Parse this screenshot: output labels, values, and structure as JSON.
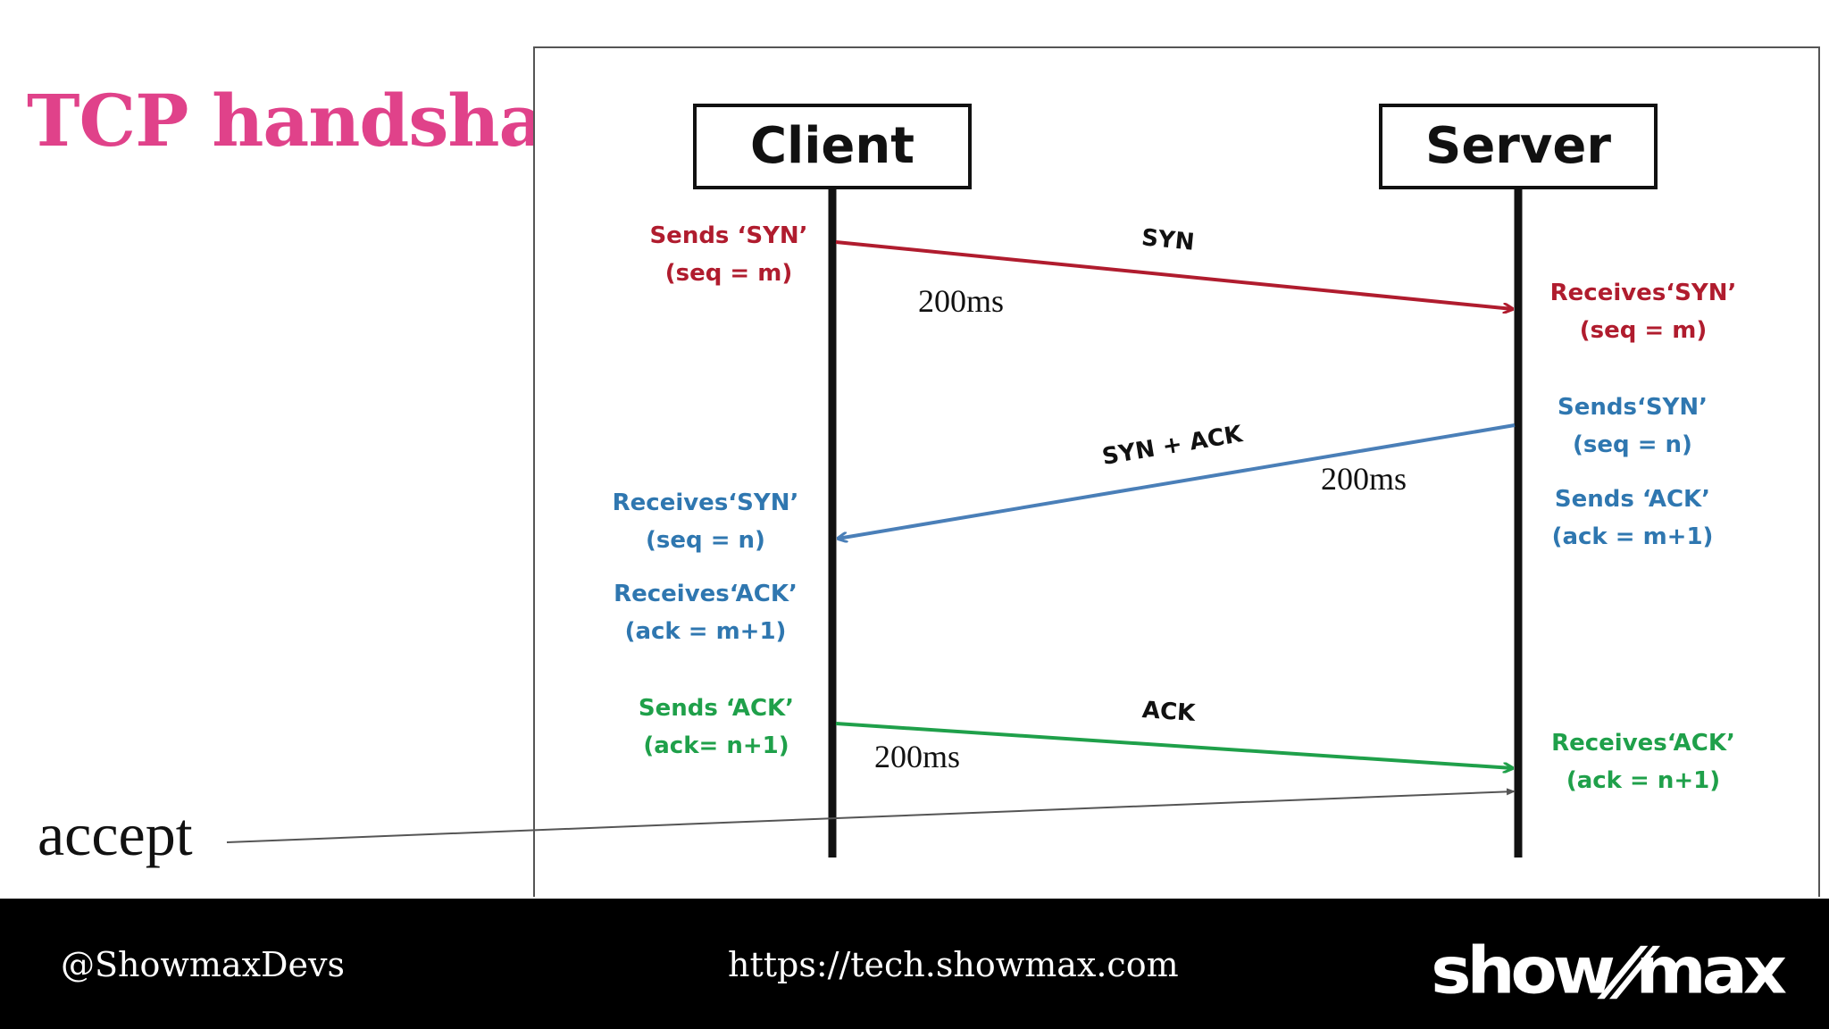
{
  "slide": {
    "title": "TCP handshake"
  },
  "diagram": {
    "actors": {
      "client": "Client",
      "server": "Server"
    },
    "messages": {
      "syn": "SYN",
      "syn_ack": "SYN + ACK",
      "ack": "ACK"
    },
    "latency": {
      "syn": "200ms",
      "syn_ack": "200ms",
      "ack": "200ms"
    },
    "notes": {
      "client_sends_syn_1": "Sends ‘SYN’",
      "client_sends_syn_2": "(seq = m)",
      "server_receives_syn_1": "Receives‘SYN’",
      "server_receives_syn_2": "(seq = m)",
      "server_sends_syn_1": "Sends‘SYN’",
      "server_sends_syn_2": "(seq = n)",
      "server_sends_ack_1": "Sends ‘ACK’",
      "server_sends_ack_2": "(ack = m+1)",
      "client_receives_syn_1": "Receives‘SYN’",
      "client_receives_syn_2": "(seq = n)",
      "client_receives_ack_1": "Receives‘ACK’",
      "client_receives_ack_2": "(ack = m+1)",
      "client_sends_ack_1": "Sends ‘ACK’",
      "client_sends_ack_2": "(ack= n+1)",
      "server_receives_ack_1": "Receives‘ACK’",
      "server_receives_ack_2": "(ack = n+1)"
    },
    "colors": {
      "syn": "#b01c2e",
      "syn_ack": "#4a7fb8",
      "ack": "#1fa04a"
    }
  },
  "annotation": {
    "accept": "accept"
  },
  "footer": {
    "handle": "@ShowmaxDevs",
    "url": "https://tech.showmax.com",
    "logo_left": "show",
    "logo_slash": "//",
    "logo_right": "max"
  }
}
